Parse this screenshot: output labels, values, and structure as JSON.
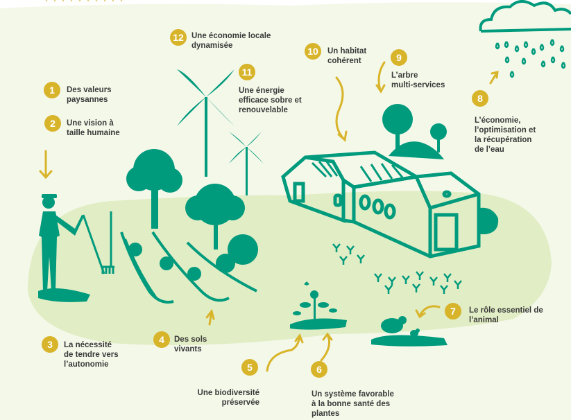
{
  "colors": {
    "background": "#f4f8e9",
    "hill": "#e1edc4",
    "illustration": "#009a7d",
    "badge": "#d8b42a",
    "text": "#3a3a3a"
  },
  "items": [
    {
      "number": "1",
      "label": "Des valeurs\npaysannes"
    },
    {
      "number": "2",
      "label": "Une vision à\ntaille humaine"
    },
    {
      "number": "3",
      "label": "La nécessité\nde tendre vers\nl’autonomie"
    },
    {
      "number": "4",
      "label": "Des sols\nvivants"
    },
    {
      "number": "5",
      "label": "Une biodiversité\npréservée"
    },
    {
      "number": "6",
      "label": "Un système favorable\nà la bonne santé des\nplantes"
    },
    {
      "number": "7",
      "label": "Le rôle essentiel de\nl’animal"
    },
    {
      "number": "8",
      "label": "L’économie,\nl’optimisation et\nla récupération\nde l’eau"
    },
    {
      "number": "9",
      "label": "L’arbre\nmulti-services"
    },
    {
      "number": "10",
      "label": "Un habitat\ncohérent"
    },
    {
      "number": "11",
      "label": "Une énergie\nefficace sobre et\nrenouvelable"
    },
    {
      "number": "12",
      "label": "Une économie locale\ndynamisée"
    }
  ],
  "illustrations": [
    "farmer",
    "rake",
    "vegetable-beds",
    "fruit-trees",
    "wind-turbines",
    "farmhouse",
    "rooftop-trees",
    "rain-cloud",
    "sprouts",
    "flowering-plants",
    "hens"
  ]
}
